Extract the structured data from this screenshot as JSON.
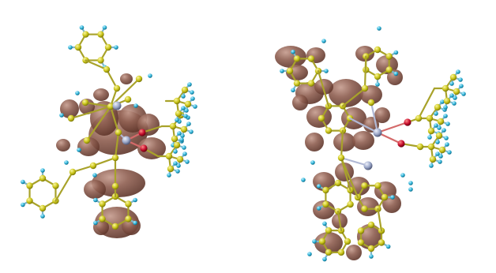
{
  "scene": {
    "description_kind": "molecular orbital isosurface render",
    "panels": [
      "left-molecule",
      "right-molecule"
    ]
  },
  "colors": {
    "background": "#ffffff",
    "carbon": "#c9c419",
    "hydrogen": "#2fb3d8",
    "oxygen": "#c8102e",
    "metal": "#9aa6c8",
    "bond": "#a8a22a",
    "lobe": "#7a4a3c",
    "lobe_highlight": "#b98a7c"
  }
}
